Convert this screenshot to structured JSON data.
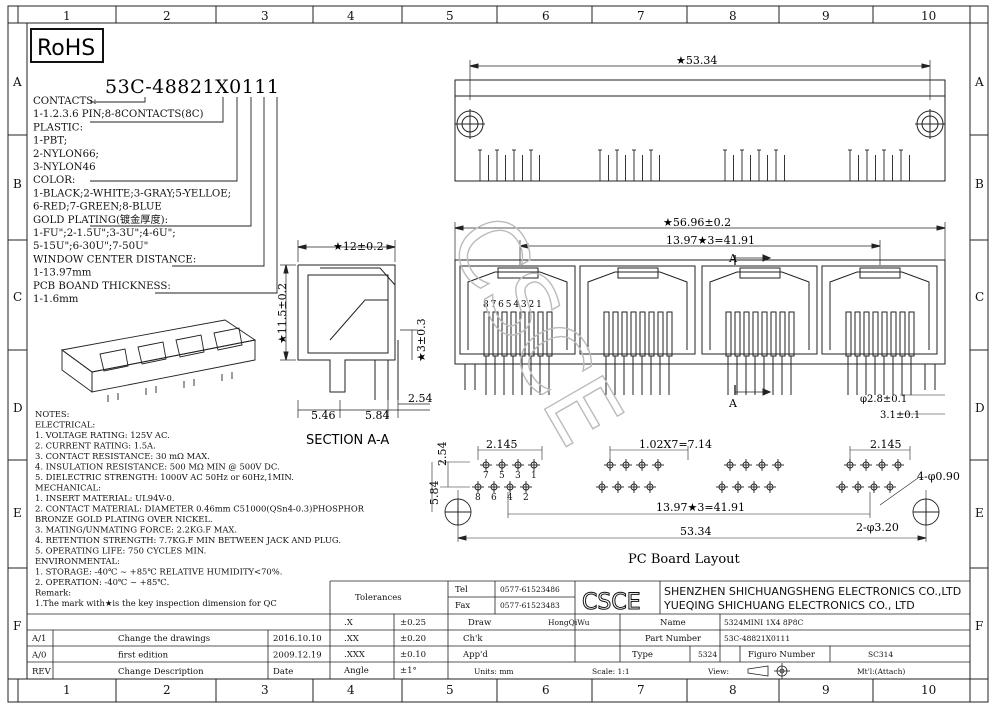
{
  "grid": {
    "columns": [
      "1",
      "2",
      "3",
      "4",
      "5",
      "6",
      "7",
      "8",
      "9",
      "10"
    ],
    "rows": [
      "A",
      "B",
      "C",
      "D",
      "E",
      "F"
    ]
  },
  "rohs": "RoHS",
  "part_code": "53C-48821X0111",
  "spec_lines": [
    "CONTACTS:",
    "1-1.2.3.6 PIN;8-8CONTACTS(8C)",
    "PLASTIC:",
    "1-PBT;",
    "2-NYLON66;",
    "3-NYLON46",
    "COLOR:",
    "1-BLACK;2-WHITE;3-GRAY;5-YELLOE;",
    "6-RED;7-GREEN;8-BLUE",
    "GOLD PLATING(镀金厚度):",
    "1-FU\";2-1.5U\";3-3U\";4-6U\";",
    "5-15U\";6-30U\";7-50U\"",
    "WINDOW CENTER DISTANCE:",
    "1-13.97mm",
    "PCB BOAND THICKNESS:",
    "1-1.6mm"
  ],
  "notes": [
    "NOTES:",
    "ELECTRICAL:",
    "1. VOLTAGE RATING: 125V AC.",
    "2. CURRENT RATING: 1.5A.",
    "3. CONTACT RESISTANCE: 30 mΩ MAX.",
    "4. INSULATION RESISTANCE: 500 MΩ MIN @ 500V DC.",
    "5. DIELECTRIC STRENGTH: 1000V AC 50Hz or 60Hz,1MIN.",
    "MECHANICAL:",
    "1. INSERT MATERIAL: UL94V-0.",
    "2. CONTACT MATERIAL: DIAMETER 0.46mm C51000(QSn4-0.3)PHOSPHOR",
    "                 BRONZE GOLD PLATING OVER NICKEL.",
    "3. MATING/UNMATING FORCE: 2.2KG.F MAX.",
    "4. RETENTION STRENGTH: 7.7KG.F MIN BETWEEN JACK AND PLUG.",
    "5. OPERATING LIFE: 750 CYCLES MIN.",
    "ENVIRONMENTAL:",
    "1. STORAGE: -40℃ ~ +85℃ RELATIVE HUMIDITY<70%.",
    "2. OPERATION: -40℃ ~ +85℃.",
    "Remark:",
    "1.The mark with★is the key inspection dimension for QC"
  ],
  "dims": {
    "top_width": "★53.34",
    "front_width": "★56.96±0.2",
    "pitch3": "13.97★3=41.91",
    "section_width": "★12±0.2",
    "section_height": "★11.5±0.2",
    "section_3": "★3±0.3",
    "d546": "5.46",
    "d584": "5.84",
    "d254": "2.54",
    "hole28": "φ2.8±0.1",
    "d31": "3.1±0.1",
    "a_mark": "A",
    "pin_numbers": "8 7 6 5 4 3 2 1",
    "section_title": "SECTION A-A"
  },
  "pcb": {
    "d2145a": "2.145",
    "d2145b": "2.145",
    "d102": "1.02X7=7.14",
    "d254": "2.54",
    "d584": "5.84",
    "hole090": "4-φ0.90",
    "pitch": "13.97★3=41.91",
    "d5334": "53.34",
    "hole320": "2-φ3.20",
    "pins_top": [
      "7",
      "5",
      "3",
      "1"
    ],
    "pins_bottom": [
      "8",
      "6",
      "4",
      "2"
    ],
    "title": "PC Board Layout"
  },
  "watermark": "CSCE",
  "title_block": {
    "tolerances": "Tolerances",
    "tol_rows": [
      [
        ".X",
        "±0.25"
      ],
      [
        ".XX",
        "±0.20"
      ],
      [
        ".XXX",
        "±0.10"
      ],
      [
        "Angle",
        "±1°"
      ]
    ],
    "tel_label": "Tel",
    "tel": "0577-61523486",
    "fax_label": "Fax",
    "fax": "0577-61523483",
    "logo": "CSCE",
    "company1": "SHENZHEN SHICHUANGSHENG ELECTRONICS CO.,LTD",
    "company2": "YUEQING SHICHUANG ELECTRONICS CO., LTD",
    "draw_label": "Draw",
    "draw_name": "HongQiWu",
    "name_label": "Name",
    "name_value": "5324MINI 1X4 8P8C",
    "chk_label": "Ch'k",
    "partno_label": "Part Number",
    "partno_value": "53C-48821X0111",
    "appd_label": "App'd",
    "type_label": "Type",
    "type_value": "5324",
    "figure_label": "Figuro Number",
    "figure_value": "SC314",
    "units": "Units: mm",
    "scale": "Scale: 1:1",
    "view": "View:",
    "material": "Mt'l:(Attach)",
    "rev_rows": [
      [
        "A/1",
        "Change the drawings",
        "2016.10.10"
      ],
      [
        "A/0",
        "first edition",
        "2009.12.19"
      ],
      [
        "REV",
        "Change Description",
        "Date"
      ]
    ]
  }
}
